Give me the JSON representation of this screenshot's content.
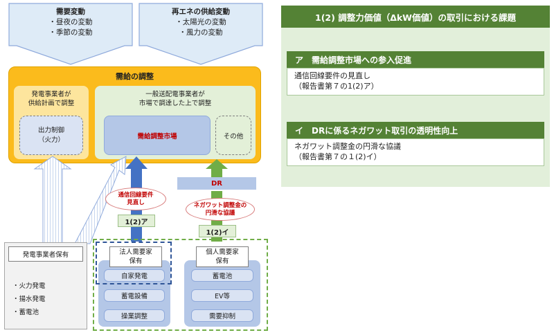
{
  "top_boxes": {
    "demand": {
      "title": "需要変動",
      "items": [
        "・昼夜の変動",
        "・季節の変動"
      ]
    },
    "renewable": {
      "title": "再エネの供給変動",
      "items": [
        "・太陽光の変動",
        "・風力の変動"
      ]
    }
  },
  "supply_adjustment": {
    "title": "需給の調整",
    "generator_box": {
      "line1": "発電事業者が",
      "line2": "供給計画で調整",
      "inner_line1": "出力制御",
      "inner_line2": "（火力）"
    },
    "tso_box": {
      "line1": "一般送配電事業者が",
      "line2": "市場で調達した上で調整",
      "market": "需給調整市場",
      "other": "その他"
    }
  },
  "dr": "DR",
  "ovals": {
    "left": {
      "line1": "通信回線要件",
      "line2": "見直し"
    },
    "right": {
      "line1": "ネガワット調整金の",
      "line2": "円滑な協議"
    }
  },
  "tags": {
    "a": "1(2)ア",
    "i": "1(2)イ"
  },
  "generator_owner": {
    "title": "発電事業者保有",
    "items": [
      "・火力発電",
      "・揚水発電",
      "・蓄電池"
    ]
  },
  "corporate": {
    "title_line1": "法人需要家",
    "title_line2": "保有",
    "items": [
      "自家発電",
      "蓄電設備",
      "操業調整"
    ]
  },
  "individual": {
    "title_line1": "個人需要家",
    "title_line2": "保有",
    "items": [
      "蓄電池",
      "EV等",
      "需要抑制"
    ]
  },
  "panel": {
    "title": "1(2) 調整力価値（ΔkW価値）の取引における課題",
    "section_a": {
      "heading": "ア　需給調整市場への参入促進",
      "line1": "通信回線要件の見直し",
      "line2": "（報告書第７の1(2)ア）"
    },
    "section_i": {
      "heading": "イ　DRに係るネガワット取引の透明性向上",
      "line1": "ネガワット調整金の円滑な協議",
      "line2": "（報告書第７の１(2)イ）"
    }
  },
  "colors": {
    "panel_green": "#548235",
    "supply_orange": "#fbbb1c",
    "arrow_blue": "#4472c4",
    "arrow_green": "#70ad47",
    "alert_red": "#c00000"
  }
}
